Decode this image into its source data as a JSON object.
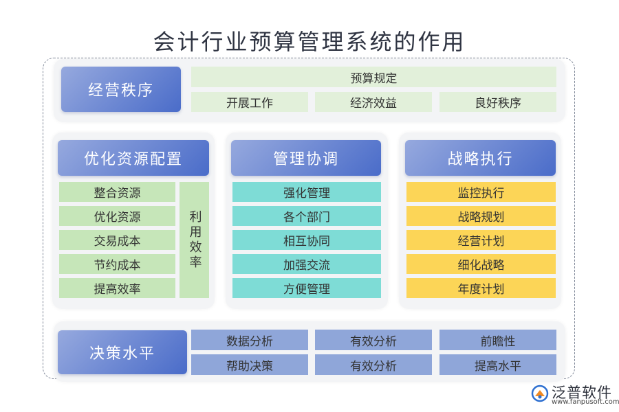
{
  "title": "会计行业预算管理系统的作用",
  "sections": {
    "operation": {
      "header": "经营秩序",
      "top_item": "预算规定",
      "items": [
        "开展工作",
        "经济效益",
        "良好秩序"
      ]
    },
    "resource": {
      "header": "优化资源配置",
      "items": [
        "整合资源",
        "优化资源",
        "交易成本",
        "节约成本",
        "提高效率"
      ],
      "side_label": "利用效率"
    },
    "coordination": {
      "header": "管理协调",
      "items": [
        "强化管理",
        "各个部门",
        "相互协同",
        "加强交流",
        "方便管理"
      ]
    },
    "strategy": {
      "header": "战略执行",
      "items": [
        "监控执行",
        "战略规划",
        "经营计划",
        "细化战略",
        "年度计划"
      ]
    },
    "decision": {
      "header": "决策水平",
      "row1": [
        "数据分析",
        "有效分析",
        "前瞻性"
      ],
      "row2": [
        "帮助决策",
        "有效分析",
        "提高水平"
      ]
    }
  },
  "logo": {
    "name": "泛普软件",
    "url": "www.fanpusoft.com"
  },
  "colors": {
    "header_gradient_start": "#96a9de",
    "header_gradient_end": "#4a6cc9",
    "green": "#c6e6b9",
    "light_green": "#e2f0da",
    "cyan": "#7edcd6",
    "yellow": "#fcd557",
    "blue": "#8fa6d9",
    "logo_orange": "#f08a24",
    "logo_blue": "#2d6fd0"
  }
}
